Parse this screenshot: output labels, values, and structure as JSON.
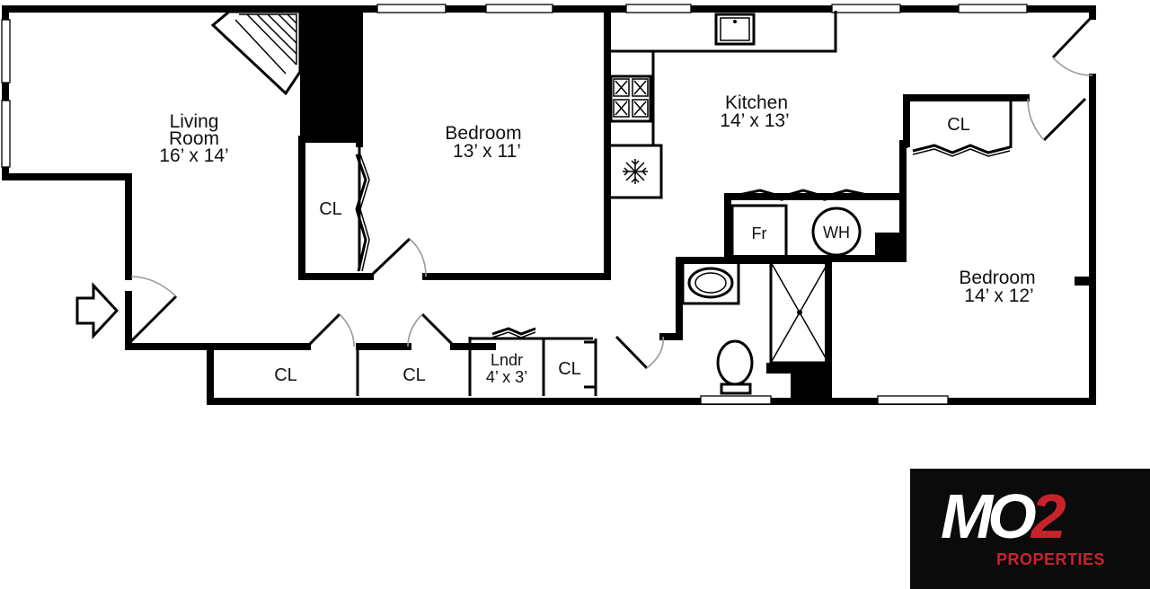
{
  "rooms": {
    "living": {
      "name_line1": "Living",
      "name_line2": "Room",
      "size": "16’ x 14’"
    },
    "bedroom1": {
      "name": "Bedroom",
      "size": "13’ x 11’"
    },
    "kitchen": {
      "name": "Kitchen",
      "size": "14’ x 13’"
    },
    "bedroom2": {
      "name": "Bedroom",
      "size": "14’ x 12’"
    },
    "laundry": {
      "name": "Lndr",
      "size": "4’ x 3’"
    }
  },
  "closets": {
    "bedroom1_closet": "CL",
    "kitchen_closet": "CL",
    "hall_closet_1": "CL",
    "hall_closet_2": "CL",
    "hall_closet_3": "CL"
  },
  "fixtures": {
    "fridge": "Fr",
    "water_heater": "WH"
  },
  "icons": {
    "entry": "entry-arrow-icon",
    "freezer": "snowflake-icon"
  },
  "logo": {
    "main_part1": "MO",
    "main_part2": "2",
    "subtitle": "PROPERTIES",
    "accent_color": "#c8232c"
  }
}
